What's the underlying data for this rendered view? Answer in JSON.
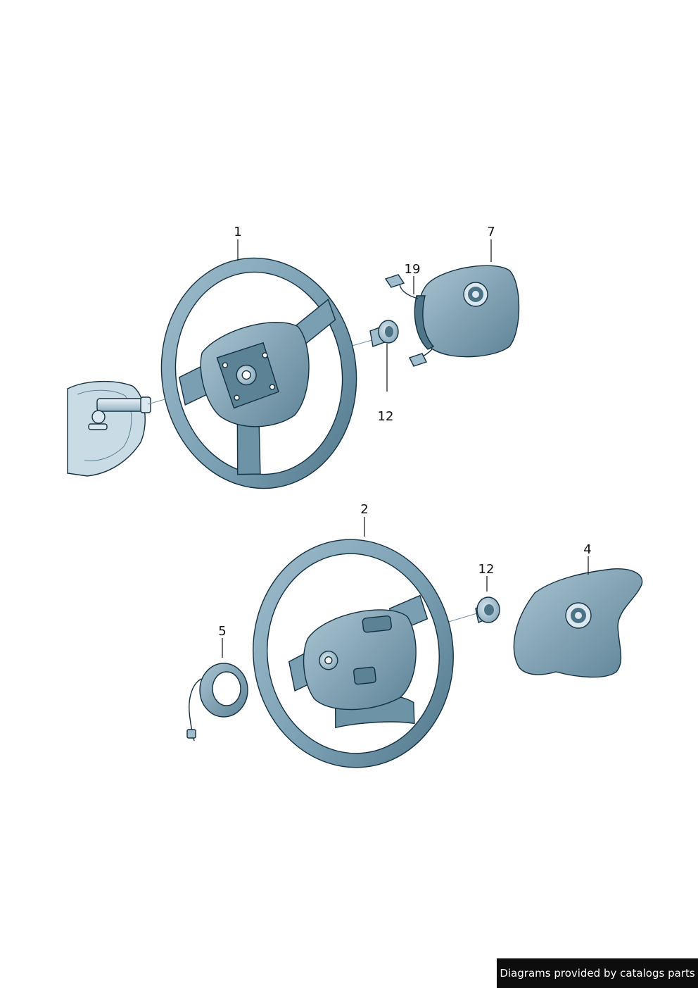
{
  "colors": {
    "part_fill": "#7fa3b6",
    "part_light": "#b7cfdb",
    "part_dark": "#4c7286",
    "outline": "#14303f",
    "background": "#ffffff"
  },
  "callouts": {
    "c1": "1",
    "c7": "7",
    "c19": "19",
    "c12a": "12",
    "c2": "2",
    "c12b": "12",
    "c4": "4",
    "c5": "5"
  },
  "logo": {
    "emblem": "skoda-emblem-icon"
  },
  "footer": {
    "credit": "Diagrams provided by catalogs parts"
  }
}
